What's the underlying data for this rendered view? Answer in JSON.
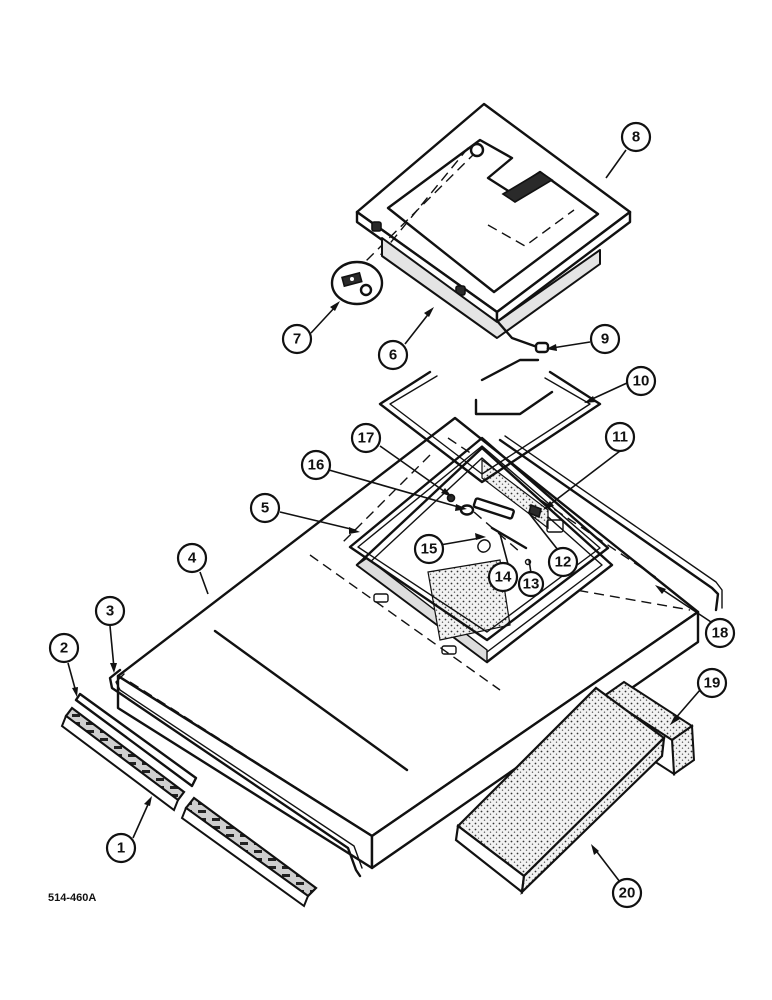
{
  "drawing_code": "514-460A",
  "callouts": [
    {
      "label": "1"
    },
    {
      "label": "2"
    },
    {
      "label": "3"
    },
    {
      "label": "4"
    },
    {
      "label": "5"
    },
    {
      "label": "6"
    },
    {
      "label": "7"
    },
    {
      "label": "8"
    },
    {
      "label": "9"
    },
    {
      "label": "10"
    },
    {
      "label": "11"
    },
    {
      "label": "12"
    },
    {
      "label": "13"
    },
    {
      "label": "14"
    },
    {
      "label": "15"
    },
    {
      "label": "16"
    },
    {
      "label": "17"
    },
    {
      "label": "18"
    },
    {
      "label": "19"
    },
    {
      "label": "20"
    }
  ]
}
